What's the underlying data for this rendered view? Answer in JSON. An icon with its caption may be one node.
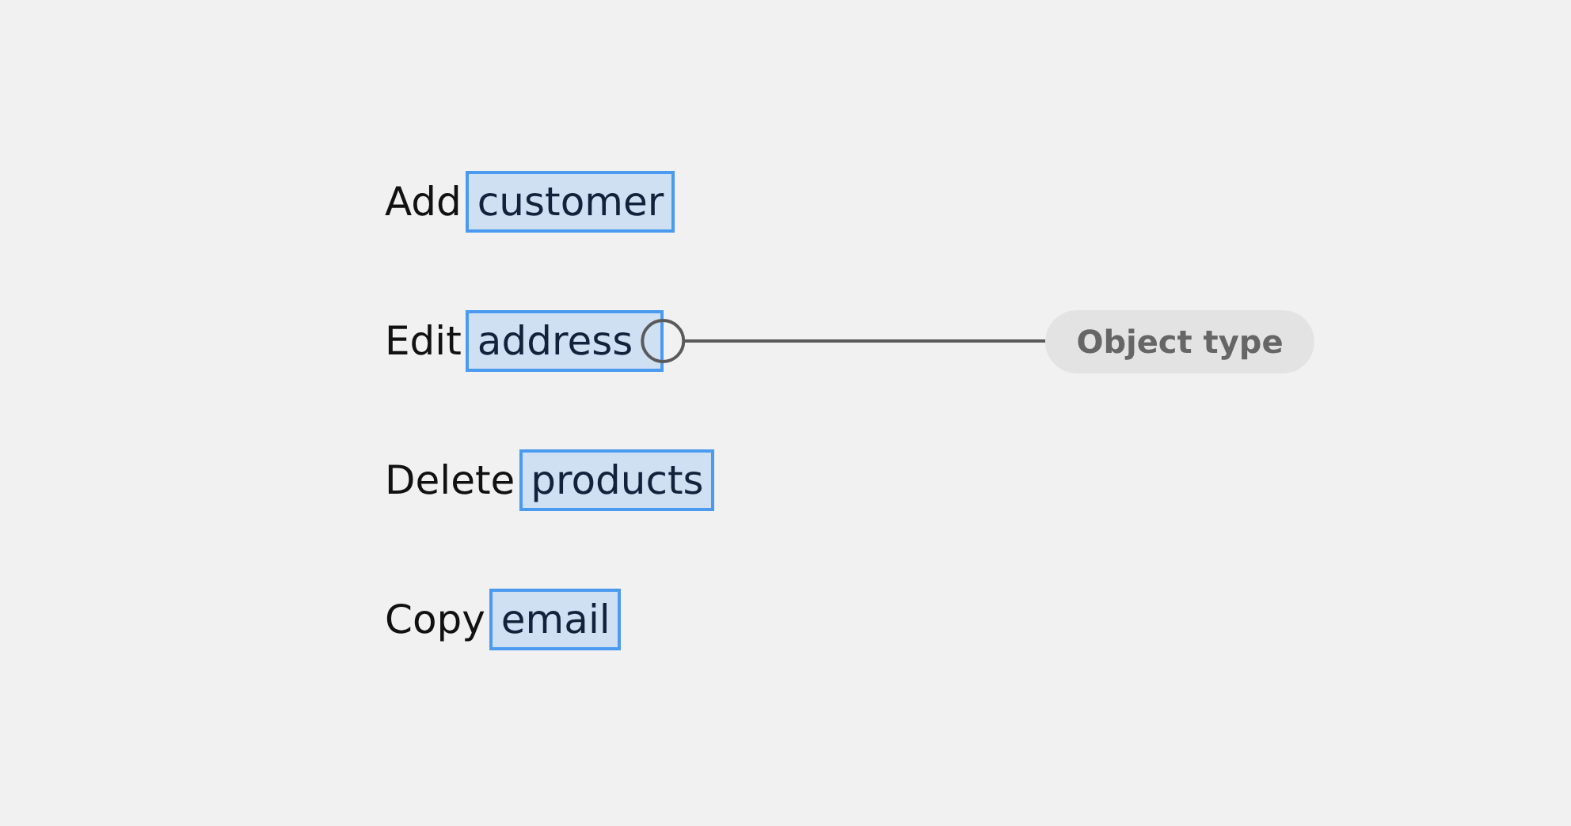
{
  "diagram": {
    "nodes": [
      {
        "text": [
          "customer"
        ],
        "beside": [
          "Add"
        ]
      },
      {
        "text": [
          "address"
        ],
        "beside": [
          "Edit"
        ]
      },
      {
        "text": [
          "products"
        ],
        "beside": [
          "Delete"
        ]
      },
      {
        "text": [
          "email"
        ],
        "beside": [
          "Copy"
        ]
      },
      {
        "text": [
          "Object type"
        ]
      }
    ],
    "edges": [
      {
        "from": 4,
        "to": 1,
        "arrow": "other"
      }
    ]
  }
}
